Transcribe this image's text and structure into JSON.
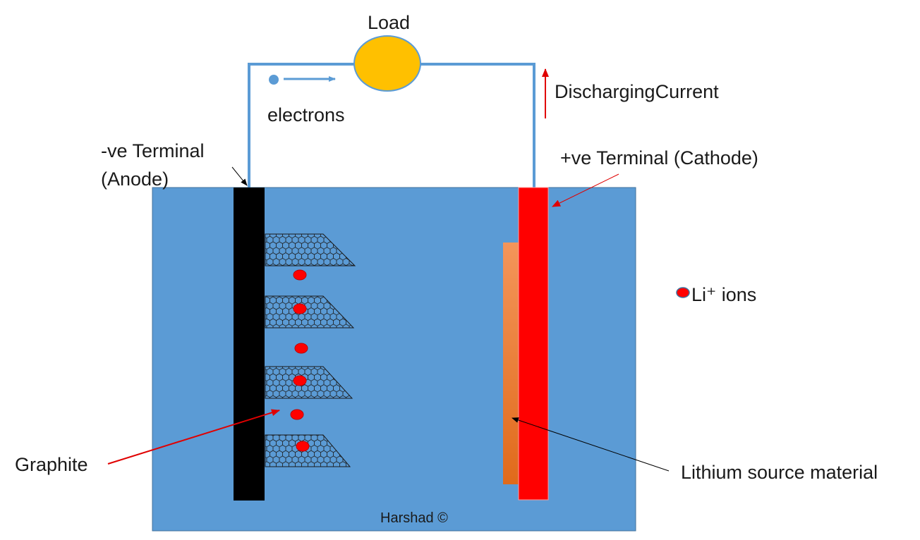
{
  "labels": {
    "load": "Load",
    "electrons": "electrons",
    "discharging_current": "DischargingCurrent",
    "neg_terminal_line1": "-ve Terminal",
    "neg_terminal_line2": "(Anode)",
    "pos_terminal": "+ve Terminal (Cathode)",
    "li_ions": "Li⁺ ions",
    "graphite": "Graphite",
    "lithium_source": "Lithium source material",
    "credit": "Harshad ©"
  },
  "colors": {
    "electrolyte": "#5b9bd5",
    "wire": "#5b9bd5",
    "anode": "#000000",
    "cathode": "#ff0000",
    "lithium_source_top": "#f4955a",
    "lithium_source_bottom": "#e06a1b",
    "load": "#ffc000",
    "ion": "#ff0000",
    "pointer": "#e00000"
  },
  "icons": {
    "graphite_layer": "hexagonal-lattice",
    "li_ion": "red-dot",
    "electron": "blue-dot"
  }
}
